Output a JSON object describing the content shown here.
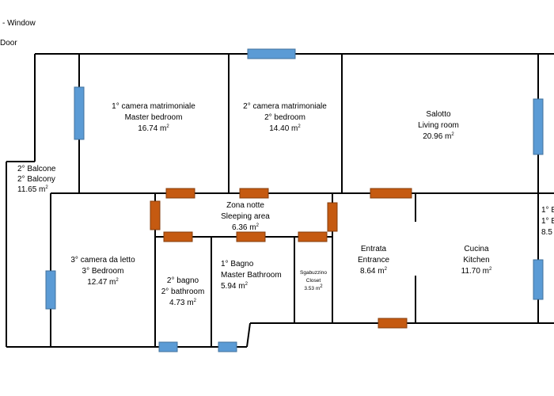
{
  "legend": {
    "window": "- Window",
    "door": "Door"
  },
  "rooms": {
    "master": {
      "line1": "1° camera matrimoniale",
      "line2": "Master bedroom",
      "area": "16.74 m",
      "unit_sup": "2"
    },
    "second": {
      "line1": "2° camera matrimoniale",
      "line2": "2° bedroom",
      "area": "14.40 m",
      "unit_sup": "2"
    },
    "living": {
      "line1": "Salotto",
      "line2": "Living room",
      "area": "20.96 m",
      "unit_sup": "2"
    },
    "balcony2": {
      "line1": "2° Balcone",
      "line2": "2° Balcony",
      "area": "11.65 m",
      "unit_sup": "2"
    },
    "sleeping": {
      "line1": "Zona notte",
      "line2": "Sleeping area",
      "area": "6.36 m",
      "unit_sup": "2"
    },
    "third": {
      "line1": "3° camera da letto",
      "line2": "3° Bedroom",
      "area": "12.47 m",
      "unit_sup": "2"
    },
    "bath2": {
      "line1": "2° bagno",
      "line2": "2° bathroom",
      "area": "4.73 m",
      "unit_sup": "2"
    },
    "bath1": {
      "line1": "1° Bagno",
      "line2": "Master Bathroom",
      "area": "5.94 m",
      "unit_sup": "2"
    },
    "closet": {
      "line1": "Sgabuzzino",
      "line2": "Closet",
      "area": "3.53 m",
      "unit_sup": "2"
    },
    "entrance": {
      "line1": "Entrata",
      "line2": "Entrance",
      "area": "8.64 m",
      "unit_sup": "2"
    },
    "kitchen": {
      "line1": "Cucina",
      "line2": "Kitchen",
      "area": "11.70 m",
      "unit_sup": "2"
    },
    "balcony1": {
      "line1": "1° B",
      "line2": "1° B",
      "area": "8.5"
    }
  },
  "colors": {
    "window": "#5b9bd5",
    "door": "#c55a11",
    "wall": "#000000"
  }
}
